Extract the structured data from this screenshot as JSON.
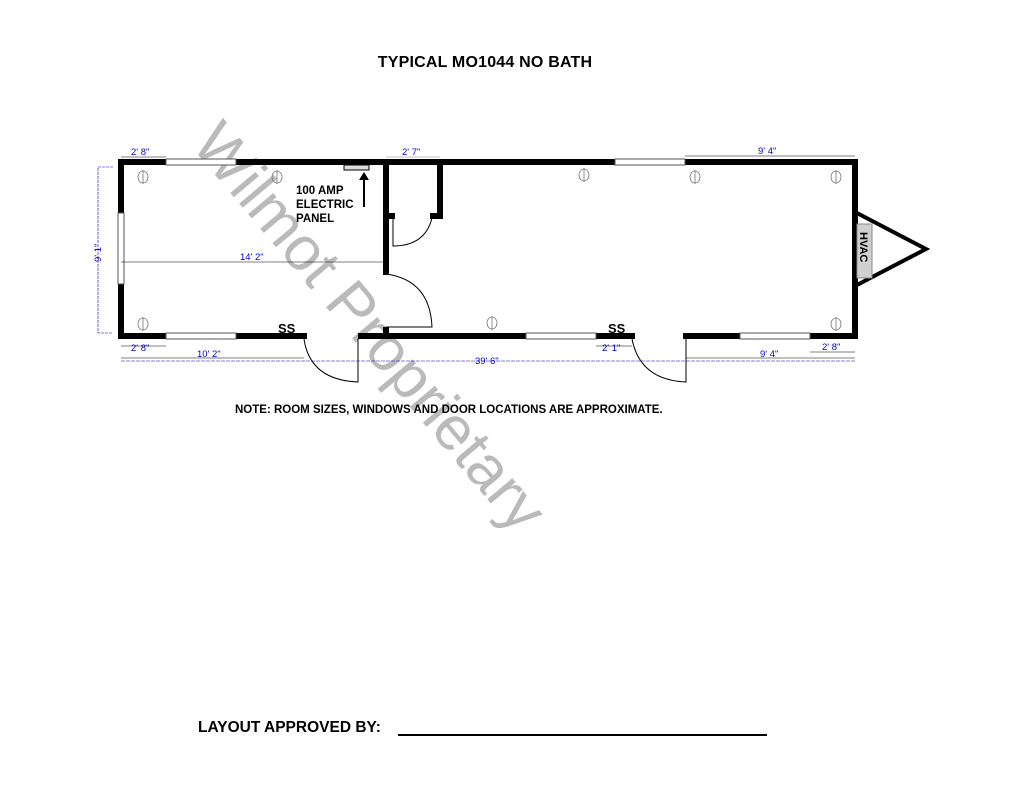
{
  "title": "TYPICAL  MO1044 NO BATH",
  "watermark": "Wilmot Proprietary",
  "labels": {
    "electric_panel": [
      "100 AMP",
      "ELECTRIC",
      "PANEL"
    ],
    "hvac": "HVAC",
    "smoke_sensor_left": "SS",
    "smoke_sensor_right": "SS"
  },
  "dimensions": {
    "top_left_window_offset": "2' 8\"",
    "closet_width": "2' 7\"",
    "top_right_window_offset": "9' 4\"",
    "left_height": "9' 1\"",
    "left_room_length": "14' 2\"",
    "bottom_left_window_offset": "2' 8\"",
    "bottom_left_door_offset": "10' 2\"",
    "overall_length": "39' 6\"",
    "bottom_right_door_offset": "2' 1\"",
    "bottom_right_window_offset": "9' 4\"",
    "bottom_right_corner_offset": "2' 8\""
  },
  "note": "NOTE:  ROOM SIZES, WINDOWS AND DOOR LOCATIONS ARE APPROXIMATE.",
  "approval": {
    "label": "LAYOUT APPROVED BY:",
    "signature_value": ""
  },
  "colors": {
    "wall": "#000000",
    "dimension": "#0000cc",
    "watermark": "#b3b3b3",
    "hvac_fill": "#d0d0d0"
  }
}
